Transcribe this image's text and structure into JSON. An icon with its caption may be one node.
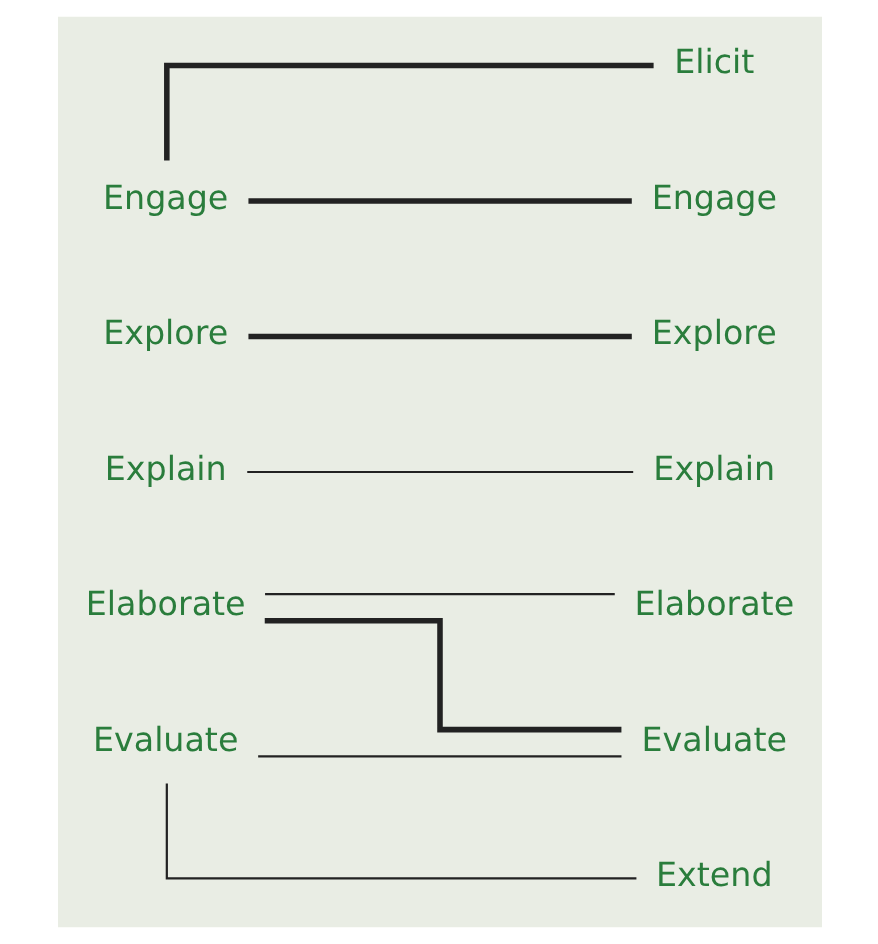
{
  "diagram": {
    "nodes": [
      {
        "text": [
          "Elicit"
        ]
      },
      {
        "text": [
          "Engage"
        ]
      },
      {
        "text": [
          "Engage"
        ]
      },
      {
        "text": [
          "Explore"
        ]
      },
      {
        "text": [
          "Explore"
        ]
      },
      {
        "text": [
          "Explain"
        ]
      },
      {
        "text": [
          "Explain"
        ]
      },
      {
        "text": [
          "Elaborate"
        ]
      },
      {
        "text": [
          "Elaborate"
        ]
      },
      {
        "text": [
          "Evaluate"
        ]
      },
      {
        "text": [
          "Evaluate"
        ]
      },
      {
        "text": [
          "Extend"
        ]
      }
    ],
    "edges": [
      {
        "from": 1,
        "to": 0,
        "arrow": "none",
        "style": "thick"
      },
      {
        "from": 1,
        "to": 2,
        "arrow": "none",
        "style": "thick"
      },
      {
        "from": 3,
        "to": 4,
        "arrow": "none",
        "style": "thick"
      },
      {
        "from": 5,
        "to": 6,
        "arrow": "none"
      },
      {
        "from": 8,
        "to": 7,
        "arrow": "none"
      },
      {
        "from": 8,
        "to": 9,
        "arrow": "none",
        "style": "thick"
      },
      {
        "from": 10,
        "to": 9,
        "arrow": "none"
      },
      {
        "from": 10,
        "to": 11,
        "arrow": "none"
      }
    ]
  }
}
